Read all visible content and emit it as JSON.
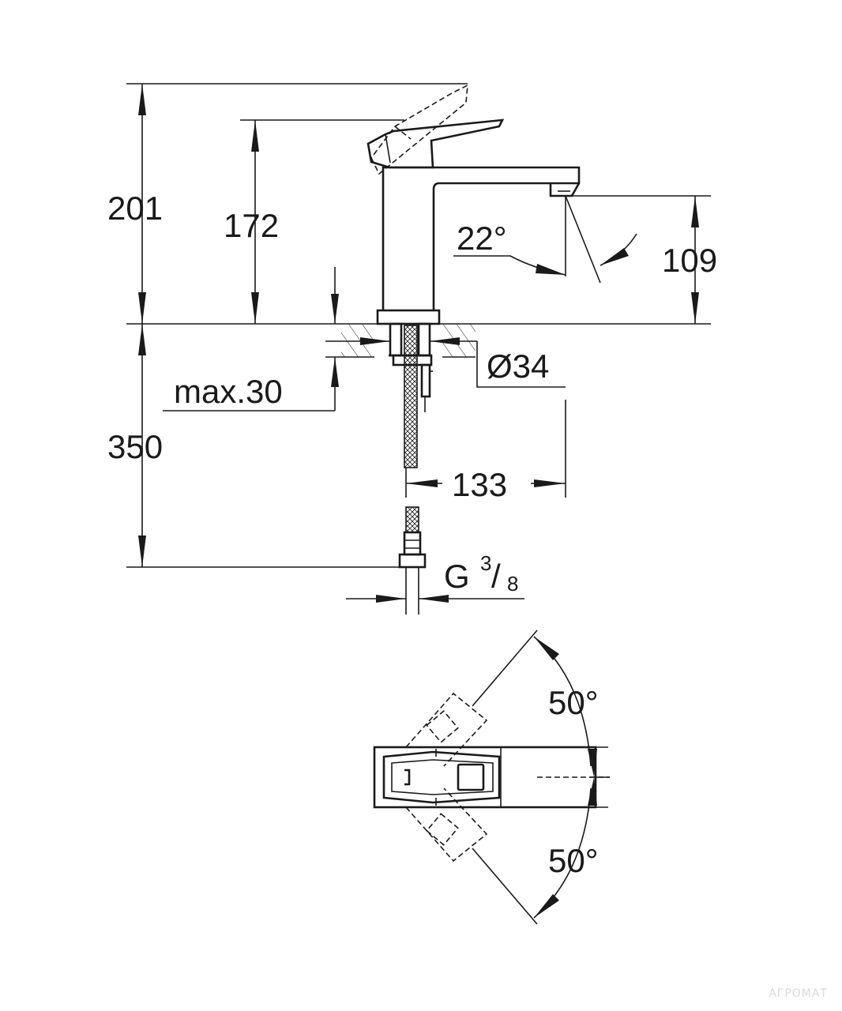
{
  "dimensions": {
    "total_height": "201",
    "lever_height": "172",
    "spout_height": "109",
    "spout_angle": "22°",
    "hole_diameter": "Ø34",
    "max_thickness": "max.30",
    "hose_length": "350",
    "spout_reach": "133",
    "connection_thread_main": "G",
    "connection_thread_num": "3",
    "connection_thread_den": "8",
    "rotation_angle_top": "50°",
    "rotation_angle_bottom": "50°"
  },
  "watermark": "АГРОМАТ"
}
